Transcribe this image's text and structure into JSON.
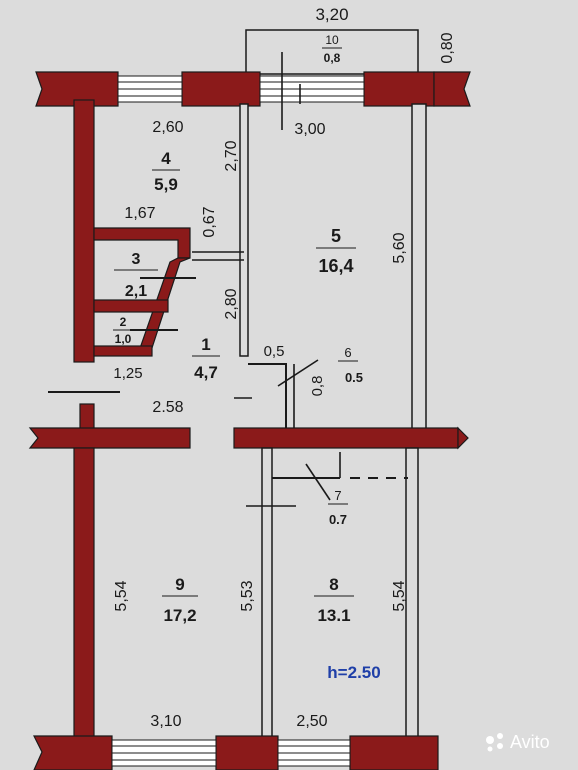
{
  "dimensions": {
    "balcony_width": "3,20",
    "balcony_depth": "0,80",
    "room4_width": "2,60",
    "room4_height": "2,70",
    "room5_width": "3,00",
    "room5_height": "5,60",
    "room3_width": "1,67",
    "room3_height": "0,67",
    "hall_height": "2,80",
    "closet6_width": "0,5",
    "closet6_height": "0,8",
    "room2_width": "1,25",
    "hall_width": "2.58",
    "room9_height": "5,54",
    "room9_height_right": "5,53",
    "room8_height": "5,54",
    "room9_width": "3,10",
    "room8_width": "2,50"
  },
  "rooms": [
    {
      "number": "10",
      "area": "0,8"
    },
    {
      "number": "4",
      "area": "5,9"
    },
    {
      "number": "5",
      "area": "16,4"
    },
    {
      "number": "3",
      "area": "2,1"
    },
    {
      "number": "2",
      "area": "1,0"
    },
    {
      "number": "1",
      "area": "4,7"
    },
    {
      "number": "6",
      "area": "0.5"
    },
    {
      "number": "7",
      "area": "0.7"
    },
    {
      "number": "9",
      "area": "17,2"
    },
    {
      "number": "8",
      "area": "13.1"
    }
  ],
  "ceiling_height": "h=2.50",
  "watermark": "Avito",
  "colors": {
    "wall": "#8b1a1a",
    "background": "#dcdcdc",
    "ceiling_label": "#1f3fa8"
  }
}
